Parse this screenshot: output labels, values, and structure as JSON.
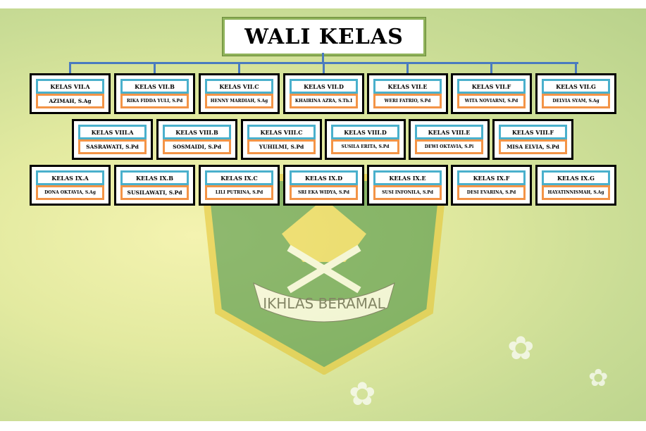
{
  "title": "WALI KELAS",
  "logo_text": "IKHLAS BERAMAL",
  "rows": [
    [
      {
        "kelas": "KELAS VII.A",
        "wali": "AZIMAH, S.Ag"
      },
      {
        "kelas": "KELAS VII.B",
        "wali": "RIKA FIDDA YULI, S.Pd"
      },
      {
        "kelas": "KELAS VII.C",
        "wali": "HENNY MARDIAH, S.Ag"
      },
      {
        "kelas": "KELAS VII.D",
        "wali": "KHAIRINA AZRA, S.Th.I"
      },
      {
        "kelas": "KELAS VII.E",
        "wali": "WERI FATRIO, S.Pd"
      },
      {
        "kelas": "KELAS VII.F",
        "wali": "WITA NOVIARNI, S.Pd"
      },
      {
        "kelas": "KELAS VII.G",
        "wali": "DELVIA SYAM, S.Ag"
      }
    ],
    [
      {
        "kelas": "KELAS VIII.A",
        "wali": "SASRAWATI, S.Pd"
      },
      {
        "kelas": "KELAS VIII.B",
        "wali": "SOSMAIDI, S.Pd"
      },
      {
        "kelas": "KELAS VIII.C",
        "wali": "YUHILMI, S.Pd"
      },
      {
        "kelas": "KELAS VIII.D",
        "wali": "SUSILA ERITA, S.Pd"
      },
      {
        "kelas": "KELAS VIII.E",
        "wali": "DEWI OKTAVIA, S.Pi"
      },
      {
        "kelas": "KELAS VIII.F",
        "wali": "MISA ELVIA, S.Pd"
      }
    ],
    [
      {
        "kelas": "KELAS IX.A",
        "wali": "DONA OKTAVIA, S.Ag"
      },
      {
        "kelas": "KELAS IX.B",
        "wali": "SUSILAWATI, S.Pd"
      },
      {
        "kelas": "KELAS IX.C",
        "wali": "LILI PUTRINA, S.Pd"
      },
      {
        "kelas": "KELAS IX.D",
        "wali": "SRI EKA WIDYA, S.Pd"
      },
      {
        "kelas": "KELAS IX.E",
        "wali": "SUSI INFONILA, S.Pd"
      },
      {
        "kelas": "KELAS IX.F",
        "wali": "DESI EVARINA, S.Pd"
      },
      {
        "kelas": "KELAS IX.G",
        "wali": "HAYATINNISMAH, S.Ag"
      }
    ]
  ]
}
